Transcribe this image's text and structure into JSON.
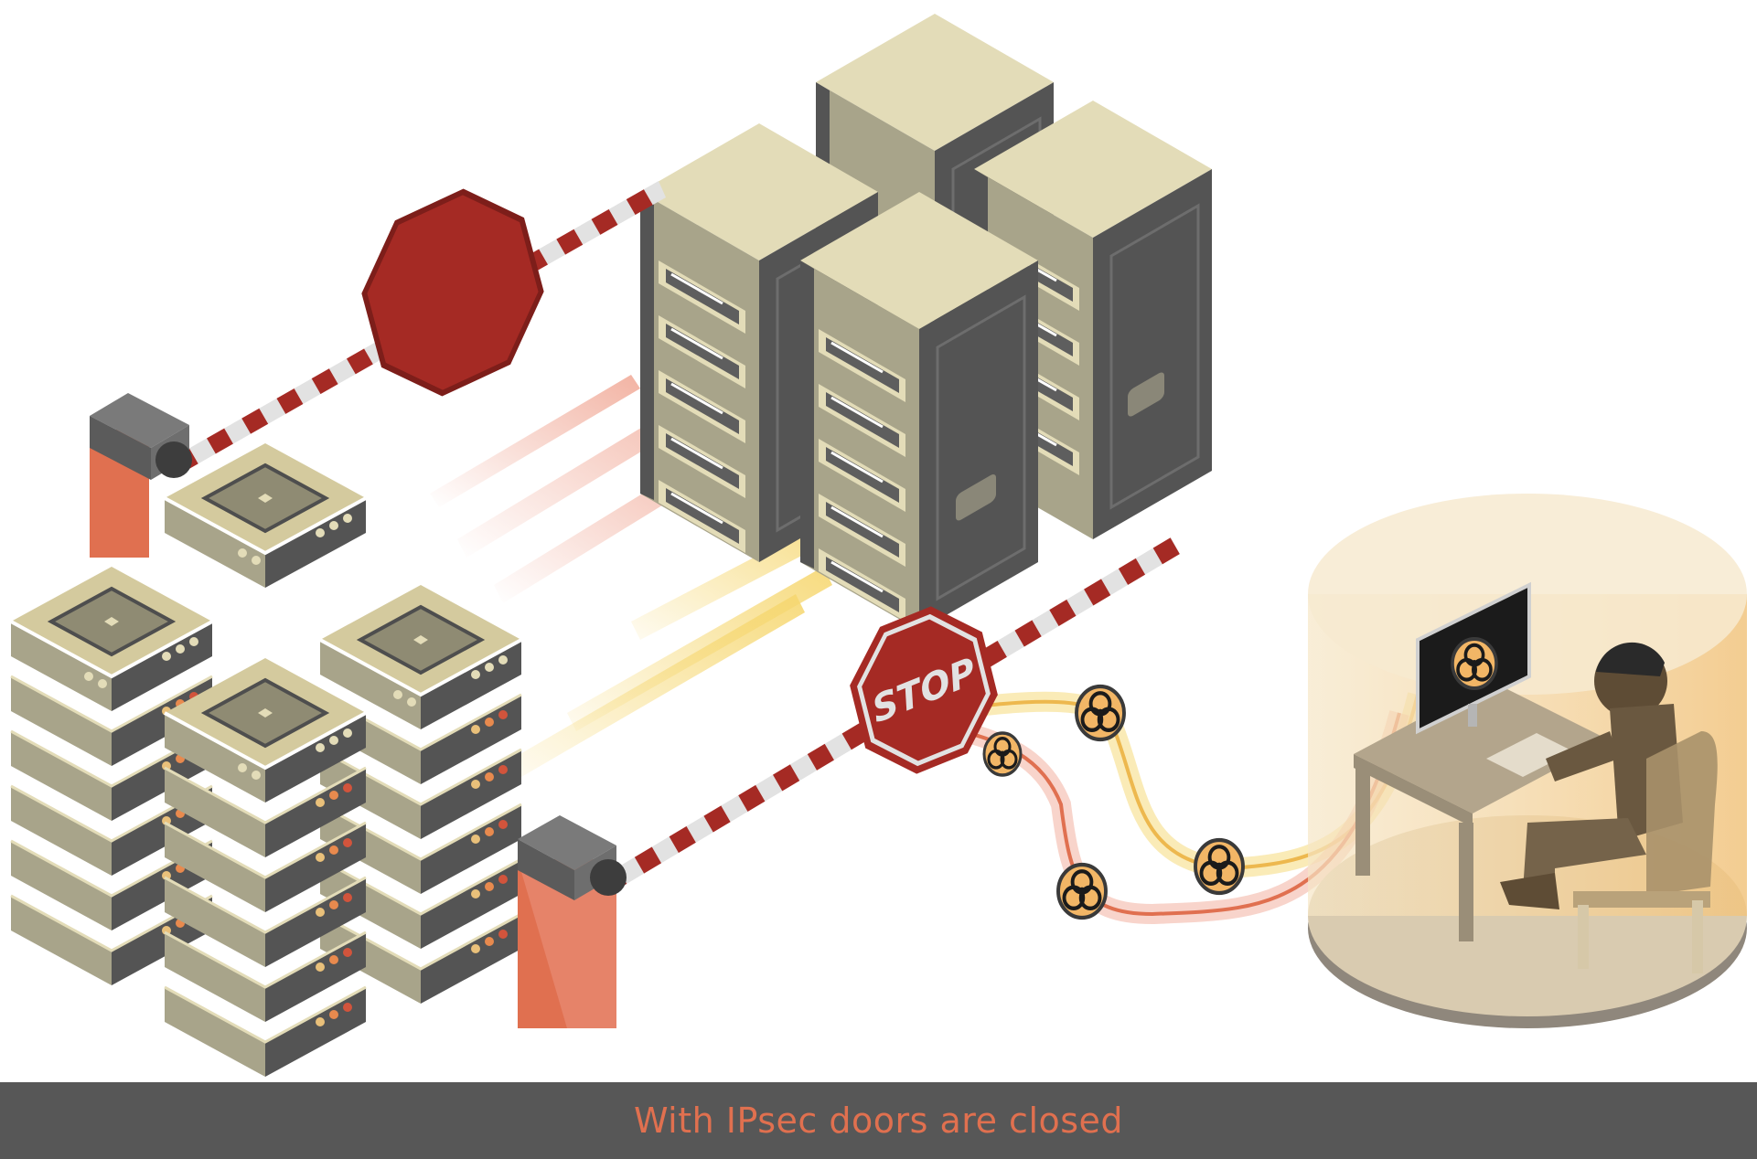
{
  "caption": {
    "text": "With IPsec doors are closed",
    "text_color": "#E0704F",
    "band_color": "#575757"
  },
  "illustration": {
    "stop_sign_label": "STOP",
    "elements": {
      "server_racks": 4,
      "server_stacks": 4,
      "barrier_gates": 2,
      "stop_signs": 2,
      "malware_tokens": 4
    },
    "icons": {
      "malware_token": "biohazard-icon",
      "monitor_screen": "biohazard-icon"
    },
    "colors": {
      "server_top": "#E3DCB8",
      "server_side": "#545454",
      "server_front": "#A8A48A",
      "barrier_red": "#A52A24",
      "barrier_white": "#E2E2E2",
      "gate_post": "#E07050",
      "gate_head": "#6E6E6E",
      "stop_sign": "#A52A24",
      "token": "#F2B666",
      "hacker_zone": "#F3D9A8",
      "beam_red": "#EFA08C",
      "beam_yellow": "#F6D770"
    }
  }
}
